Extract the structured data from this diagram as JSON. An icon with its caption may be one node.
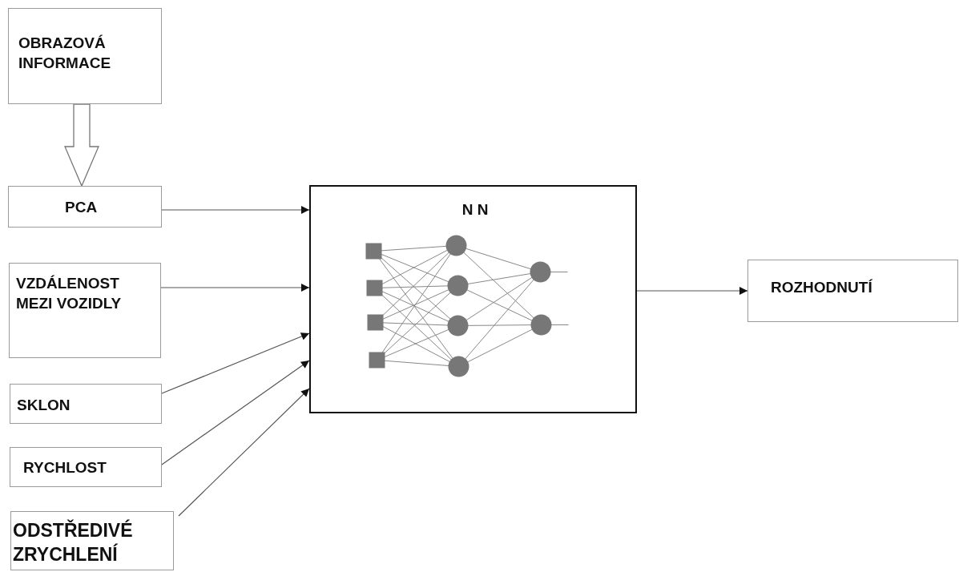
{
  "diagram": {
    "nodes": [
      {
        "text": [
          "OBRAZOVÁ INFORMACE"
        ]
      },
      {
        "text": [
          "PCA"
        ]
      },
      {
        "text": [
          "VZDÁLENOST MEZI VOZIDLY"
        ]
      },
      {
        "text": [
          "SKLON"
        ]
      },
      {
        "text": [
          "RYCHLOST"
        ]
      },
      {
        "text": [
          "ODSTŘEDIVÉ ZRYCHLENÍ"
        ]
      },
      {
        "text": [
          "N N"
        ]
      },
      {
        "text": [
          "ROZHODNUTÍ"
        ]
      }
    ],
    "edges": [
      {
        "from": 0,
        "to": 1,
        "arrow": "to",
        "style": "thick"
      },
      {
        "from": 1,
        "to": 6,
        "arrow": "to"
      },
      {
        "from": 2,
        "to": 6,
        "arrow": "to"
      },
      {
        "from": 3,
        "to": 6,
        "arrow": "to"
      },
      {
        "from": 4,
        "to": 6,
        "arrow": "to"
      },
      {
        "from": 5,
        "to": 6,
        "arrow": "to"
      },
      {
        "from": 6,
        "to": 7,
        "arrow": "to"
      }
    ]
  }
}
